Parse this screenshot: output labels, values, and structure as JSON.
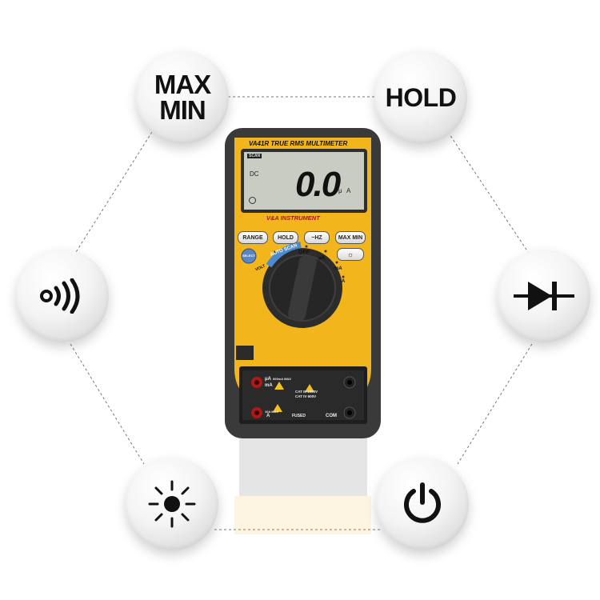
{
  "features": {
    "max_min_line1": "MAX",
    "max_min_line2": "MIN",
    "hold": "HOLD",
    "icons": [
      "continuity-icon",
      "diode-icon",
      "backlight-icon",
      "power-icon"
    ]
  },
  "meter": {
    "model": "VA41R TRUE RMS MULTIMETER",
    "brand": "V&A INSTRUMENT",
    "lcd": {
      "scan": "SCAN",
      "dc": "DC",
      "reading": "0.0",
      "unit_mu": "μ",
      "unit_a": "A"
    },
    "buttons": {
      "range": "RANGE",
      "hold": "HOLD",
      "hz": "~HZ",
      "maxmin": "MAX MIN",
      "select": "SELECT",
      "backlight": "☼"
    },
    "dial": {
      "auto_scan": "AUTO SCAN",
      "off": "OFF",
      "volt": "VOLT",
      "ma": "mA",
      "ua": "μA",
      "a": "A"
    },
    "terminals": {
      "ua_ma": "μA",
      "ma": "mA",
      "max_600": "600mA MAX",
      "max_10": "10A MAX",
      "a": "A",
      "fused": "FUSED",
      "com": "COM",
      "cat1": "CAT III 1000V",
      "cat2": "CAT IV 600V"
    },
    "colors": {
      "body": "#f2b51c",
      "case": "#3b3b3b",
      "lcd": "#c9ccc2"
    }
  }
}
